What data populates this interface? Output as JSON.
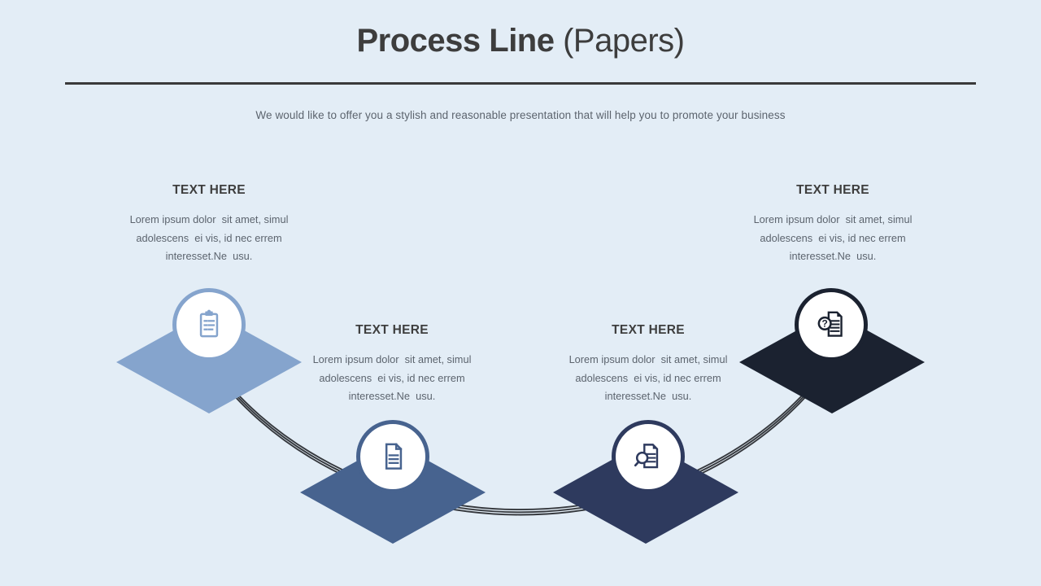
{
  "slide": {
    "title_bold": "Process Line",
    "title_light": " (Papers)",
    "subtitle": "We would like to offer you a stylish and reasonable presentation that will help you to promote your business"
  },
  "colors": {
    "background": "#e3edf6",
    "title_text": "#3d3d3d",
    "rule": "#3a3a3a",
    "heading_text": "#3e3e3e",
    "body_text": "#5c646e",
    "track_line": "#35383d",
    "circle_fill": "#ffffff"
  },
  "steps": [
    {
      "heading": "TEXT HERE",
      "body_lines": [
        "Lorem ipsum dolor  sit amet, simul",
        "adolescens  ei vis, id nec errem",
        "interesset.Ne  usu."
      ],
      "color": "#85a4cd",
      "icon": "clipboard-checklist-icon"
    },
    {
      "heading": "TEXT HERE",
      "body_lines": [
        "Lorem ipsum dolor  sit amet, simul",
        "adolescens  ei vis, id nec errem",
        "interesset.Ne  usu."
      ],
      "color": "#47638f",
      "icon": "document-icon"
    },
    {
      "heading": "TEXT HERE",
      "body_lines": [
        "Lorem ipsum dolor  sit amet, simul",
        "adolescens  ei vis, id nec errem",
        "interesset.Ne  usu."
      ],
      "color": "#2e3a5e",
      "icon": "document-search-icon"
    },
    {
      "heading": "TEXT HERE",
      "body_lines": [
        "Lorem ipsum dolor  sit amet, simul",
        "adolescens  ei vis, id nec errem",
        "interesset.Ne  usu."
      ],
      "color": "#1b2230",
      "icon": "document-question-icon",
      "icon_glyph": "?"
    }
  ]
}
